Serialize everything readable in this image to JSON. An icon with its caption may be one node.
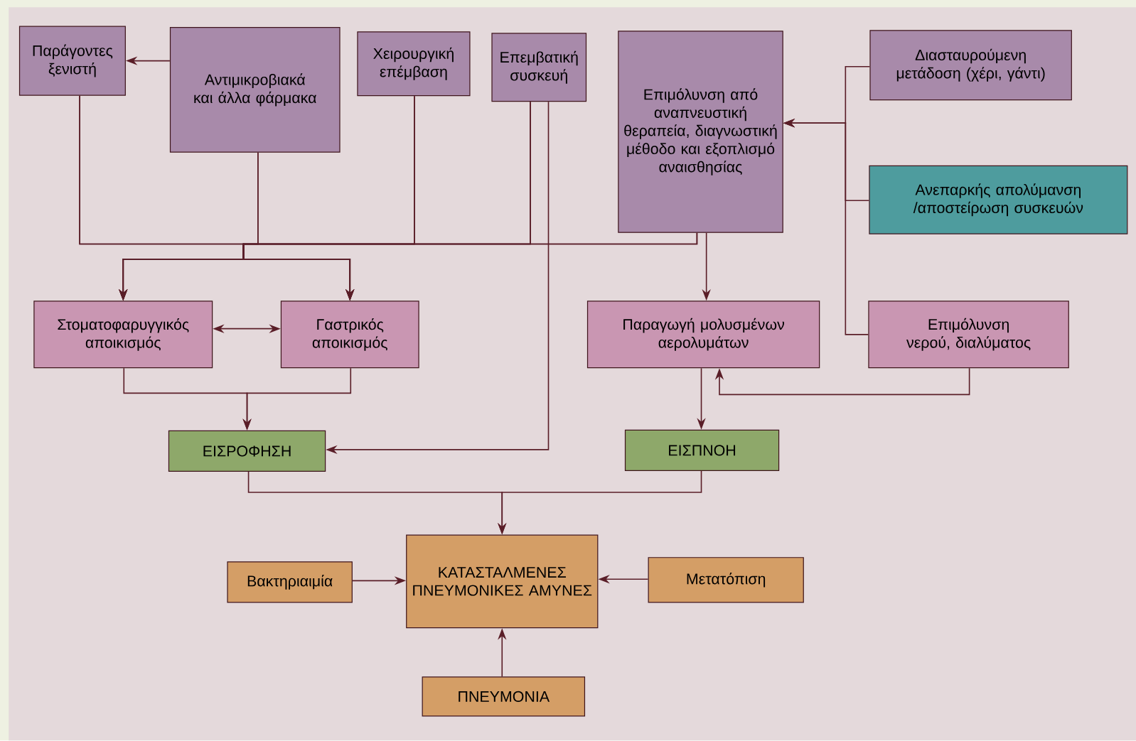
{
  "diagram": {
    "nodes": [
      {
        "text": [
          "Παράγοντες ξενιστή"
        ]
      },
      {
        "text": [
          "Αντιμικροβιακά και άλλα φάρμακα"
        ]
      },
      {
        "text": [
          "Χειρουργική επέμβαση"
        ]
      },
      {
        "text": [
          "Επεμβατική συσκευή"
        ]
      },
      {
        "text": [
          "Επιμόλυνση από αναπνευστική θεραπεία, διαγνωστική μέθοδο και εξοπλισμό αναισθησίας"
        ]
      },
      {
        "text": [
          "Διασταυρούμενη μετάδοση (χέρι, γάντι)"
        ]
      },
      {
        "text": [
          "Ανεπαρκής απολύμανση /αποστείρωση συσκευών"
        ]
      },
      {
        "text": [
          "Στοματοφαρυγγικός αποικισμός"
        ]
      },
      {
        "text": [
          "Γαστρικός αποικισμός"
        ]
      },
      {
        "text": [
          "Παραγωγή μολυσμένων αερολυμάτων"
        ]
      },
      {
        "text": [
          "Επιμόλυνση νερού, διαλύματος"
        ]
      },
      {
        "text": [
          "ΕΙΣΡΟΦΗΣΗ"
        ]
      },
      {
        "text": [
          "ΕΙΣΠΝΟΗ"
        ]
      },
      {
        "text": [
          "ΚΑΤΑΣΤΑΛΜΕΝΕΣ ΠΝΕΥΜΟΝΙΚΕΣ ΑΜΥΝΕΣ"
        ]
      },
      {
        "text": [
          "Βακτηριαιμία"
        ]
      },
      {
        "text": [
          "Μετατόπιση"
        ]
      },
      {
        "text": [
          "ΠΝΕΥΜΟΝΙΑ"
        ]
      }
    ],
    "edges": [
      {
        "from": 1,
        "to": 0,
        "arrow": "to"
      },
      {
        "from": 0,
        "to": 7,
        "arrow": "to"
      },
      {
        "from": 0,
        "to": 8,
        "arrow": "to"
      },
      {
        "from": 1,
        "to": 7,
        "arrow": "to"
      },
      {
        "from": 1,
        "to": 8,
        "arrow": "to"
      },
      {
        "from": 2,
        "to": 7,
        "arrow": "to"
      },
      {
        "from": 2,
        "to": 8,
        "arrow": "to"
      },
      {
        "from": 3,
        "to": 7,
        "arrow": "to"
      },
      {
        "from": 3,
        "to": 8,
        "arrow": "to"
      },
      {
        "from": 4,
        "to": 7,
        "arrow": "to"
      },
      {
        "from": 4,
        "to": 8,
        "arrow": "to"
      },
      {
        "from": 3,
        "to": 11,
        "arrow": "to"
      },
      {
        "from": 5,
        "to": 4,
        "arrow": "to"
      },
      {
        "from": 6,
        "to": 4,
        "arrow": "to"
      },
      {
        "from": 10,
        "to": 4,
        "arrow": "to"
      },
      {
        "from": 4,
        "to": 9,
        "arrow": "to"
      },
      {
        "from": 7,
        "to": 8,
        "arrow": "both"
      },
      {
        "from": 7,
        "to": 11,
        "arrow": "to"
      },
      {
        "from": 8,
        "to": 11,
        "arrow": "to"
      },
      {
        "from": 10,
        "to": 9,
        "arrow": "to"
      },
      {
        "from": 9,
        "to": 12,
        "arrow": "to"
      },
      {
        "from": 11,
        "to": 13,
        "arrow": "to"
      },
      {
        "from": 12,
        "to": 13,
        "arrow": "to"
      },
      {
        "from": 14,
        "to": 13,
        "arrow": "to"
      },
      {
        "from": 15,
        "to": 13,
        "arrow": "to"
      },
      {
        "from": 16,
        "to": 13,
        "arrow": "to"
      }
    ]
  }
}
